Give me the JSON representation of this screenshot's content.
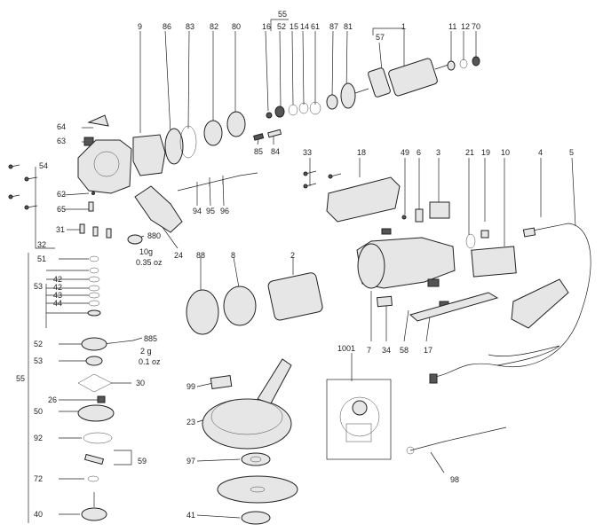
{
  "diagram": {
    "part_numbers": [
      "1",
      "2",
      "3",
      "4",
      "5",
      "6",
      "7",
      "8",
      "9",
      "10",
      "11",
      "12",
      "14",
      "15",
      "16",
      "17",
      "18",
      "19",
      "21",
      "23",
      "24",
      "26",
      "30",
      "31",
      "32",
      "33",
      "34",
      "40",
      "41",
      "42",
      "43",
      "44",
      "49",
      "50",
      "51",
      "52",
      "53",
      "54",
      "55",
      "57",
      "58",
      "59",
      "61",
      "62",
      "63",
      "64",
      "65",
      "70",
      "72",
      "80",
      "81",
      "82",
      "83",
      "84",
      "85",
      "86",
      "87",
      "88",
      "92",
      "94",
      "95",
      "96",
      "97",
      "98",
      "99",
      "1001"
    ],
    "notes": {
      "grease_880_code": "880",
      "grease_880_amount": "10g",
      "grease_880_oz": "0.35 oz",
      "grease_885_code": "885",
      "grease_885_amount": "2 g",
      "grease_885_oz": "0.1 oz"
    }
  }
}
